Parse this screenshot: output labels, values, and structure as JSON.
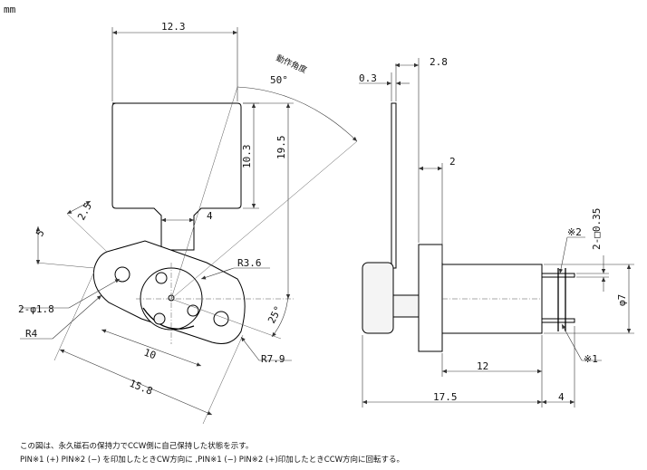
{
  "unit": "mm",
  "front_view": {
    "width_12_3": "12.3",
    "height_10_3": "10.3",
    "height_19_5": "19.5",
    "shaft_4": "4",
    "operating_angle_label": "動作角度",
    "operating_angle_value": "50°",
    "dim_2_5": "2.5",
    "dim_5": "5",
    "dim_r3_6": "R3.6",
    "dim_hole": "2-φ1.8",
    "dim_r4": "R4",
    "dim_10": "10",
    "dim_25deg": "25°",
    "dim_r7_9": "R7.9",
    "dim_15_8": "15.8"
  },
  "side_view": {
    "dim_0_3": "0.3",
    "dim_2_8": "2.8",
    "dim_2": "2",
    "dim_pin": "2-□0.35",
    "mark_2": "※2",
    "dim_phi7": "φ7",
    "mark_1": "※1",
    "dim_12": "12",
    "dim_17_5": "17.5",
    "dim_4": "4"
  },
  "notes": {
    "line1": "この図は、永久磁石の保持力でCCW側に自己保持した状態を示す。",
    "line2": "PIN※1 (+) PIN※2 (−) を印加したときCW方向に ,PIN※1 (−) PIN※2 (+)印加したときCCW方向に回転する。"
  }
}
